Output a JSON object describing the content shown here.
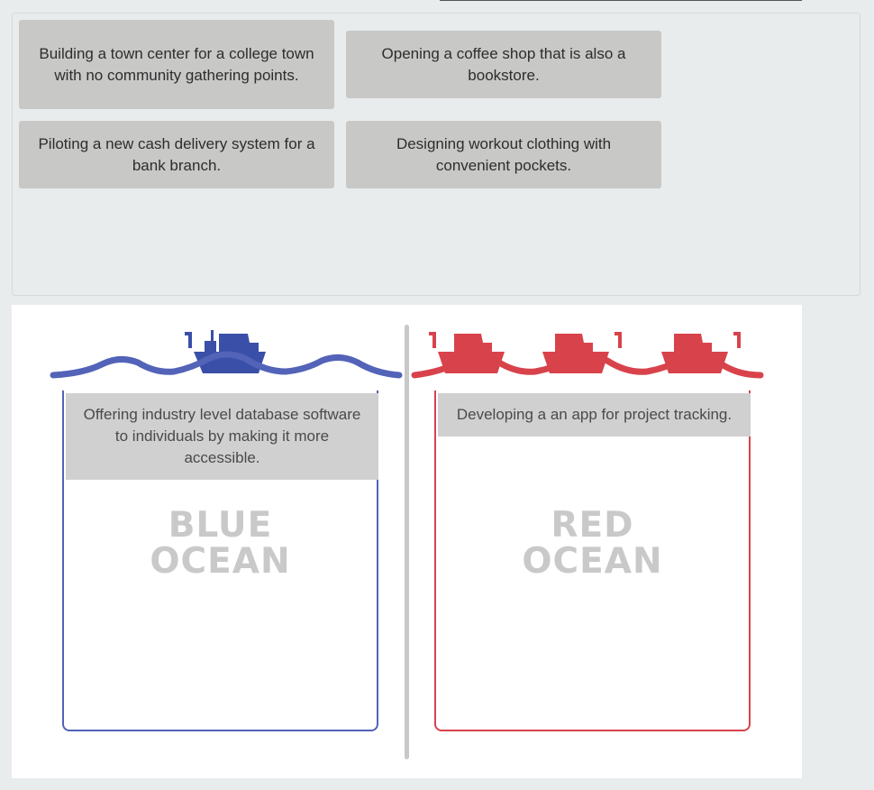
{
  "pool": {
    "cards": [
      "Building a town center for a college town with no community gathering points.",
      "Opening a coffee shop that is also a bookstore.",
      "Piloting a new cash delivery system for a bank branch.",
      "Designing workout clothing with convenient pockets."
    ]
  },
  "buckets": {
    "blue": {
      "label_line1": "BLUE",
      "label_line2": "OCEAN",
      "color": "#5263b8",
      "placed": [
        "Offering industry level database software to individuals by making it more accessible."
      ]
    },
    "red": {
      "label_line1": "RED",
      "label_line2": "OCEAN",
      "color": "#d8434b",
      "placed": [
        "Developing a an app for project tracking."
      ]
    }
  },
  "icons": {
    "blue_ship": "ship-icon",
    "red_ships": [
      "ship-icon",
      "ship-icon",
      "ship-icon"
    ],
    "waves": "wave-icon"
  }
}
